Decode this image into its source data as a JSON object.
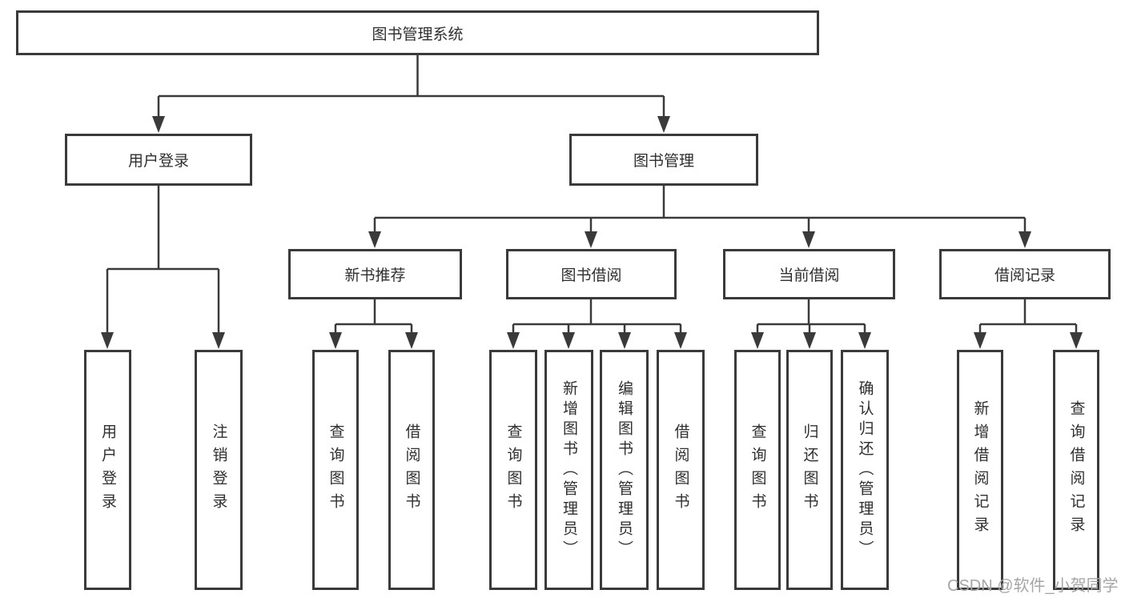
{
  "colors": {
    "line": "#3a3a3a",
    "text": "#2f2f2f",
    "watermark": "#a6a6a6",
    "background": "#ffffff"
  },
  "watermark": "CSDN @软件_小贺同学",
  "tree": {
    "root": "图书管理系统",
    "user_login": {
      "label": "用户登录",
      "children": [
        "用户登录",
        "注销登录"
      ]
    },
    "book_management": {
      "label": "图书管理"
    },
    "new_book_recommend": {
      "label": "新书推荐",
      "children": [
        "查询图书",
        "借阅图书"
      ]
    },
    "book_borrowing": {
      "label": "图书借阅",
      "children": [
        "查询图书",
        "新增图书（管理员）",
        "编辑图书（管理员）",
        "借阅图书"
      ]
    },
    "current_borrowing": {
      "label": "当前借阅",
      "children": [
        "查询图书",
        "归还图书",
        "确认归还（管理员）"
      ]
    },
    "borrowing_records": {
      "label": "借阅记录",
      "children": [
        "新增借阅记录",
        "查询借阅记录"
      ]
    }
  }
}
